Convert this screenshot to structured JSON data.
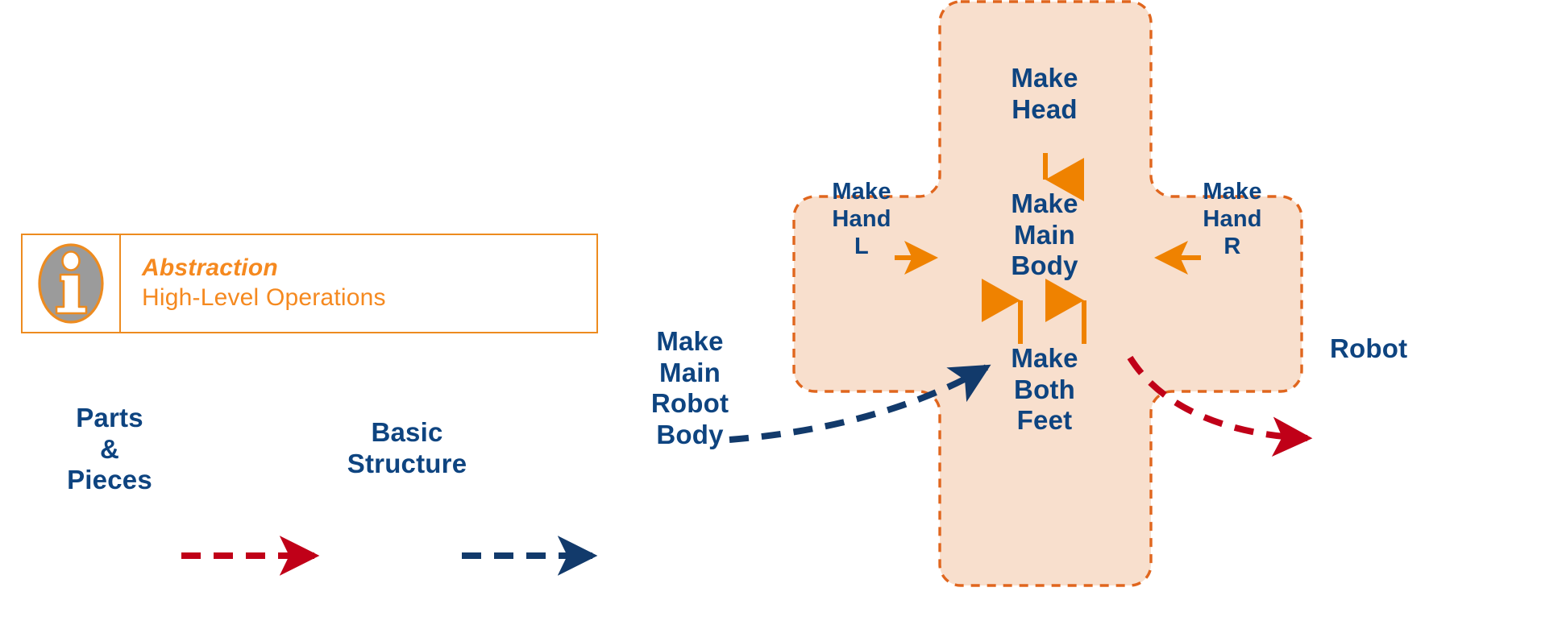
{
  "legend": {
    "icon": "info-icon",
    "title": "Abstraction",
    "subtitle": "High-Level Operations",
    "border_color": "#ED8B1F",
    "text_color": "#F5891F",
    "icon_fill": "#9B9B9B"
  },
  "palette": {
    "node_text": "#0E4480",
    "cross_fill": "#F8DFCD",
    "cross_border": "#E0661E",
    "orange_arrow": "#EF8200",
    "navy_arrow": "#123A6B",
    "red_arrow": "#C00018",
    "background": "#FFFFFF"
  },
  "cross_region": {
    "name": "abstraction-region",
    "fill": "#F8DFCD",
    "border_style": "dashed",
    "border_color": "#E0661E"
  },
  "nodes": {
    "head": "Make\nHead",
    "hand_l": "Make\nHand\nL",
    "main_body": "Make\nMain\nBody",
    "hand_r": "Make\nHand\nR",
    "feet": "Make\nBoth\nFeet",
    "main_robot_body": "Make\nMain\nRobot\nBody",
    "parts": "Parts\n&\nPieces",
    "basic_structure": "Basic\nStructure",
    "robot": "Robot"
  },
  "arrows": [
    {
      "name": "arrow-head-to-main-body",
      "from": "head",
      "to": "main_body",
      "style": "solid",
      "color": "#EF8200",
      "direction": "down"
    },
    {
      "name": "arrow-hand-l-to-main-body",
      "from": "hand_l",
      "to": "main_body",
      "style": "solid",
      "color": "#EF8200",
      "direction": "right"
    },
    {
      "name": "arrow-hand-r-to-main-body",
      "from": "hand_r",
      "to": "main_body",
      "style": "solid",
      "color": "#EF8200",
      "direction": "left"
    },
    {
      "name": "arrow-feet-to-main-body-left",
      "from": "feet",
      "to": "main_body",
      "style": "solid",
      "color": "#EF8200",
      "direction": "up"
    },
    {
      "name": "arrow-feet-to-main-body-right",
      "from": "feet",
      "to": "main_body",
      "style": "solid",
      "color": "#EF8200",
      "direction": "up"
    },
    {
      "name": "arrow-parts-to-basic-structure",
      "from": "parts",
      "to": "basic_structure",
      "style": "dashed",
      "color": "#C00018",
      "direction": "right"
    },
    {
      "name": "arrow-basic-structure-to-main-robot-body",
      "from": "basic_structure",
      "to": "main_robot_body",
      "style": "dashed",
      "color": "#123A6B",
      "direction": "right"
    },
    {
      "name": "arrow-main-robot-body-to-region",
      "from": "main_robot_body",
      "to": "abstraction-region",
      "style": "dashed",
      "color": "#123A6B",
      "direction": "curve-up-right"
    },
    {
      "name": "arrow-region-to-robot",
      "from": "abstraction-region",
      "to": "robot",
      "style": "dashed",
      "color": "#C00018",
      "direction": "curve-down-right"
    }
  ]
}
